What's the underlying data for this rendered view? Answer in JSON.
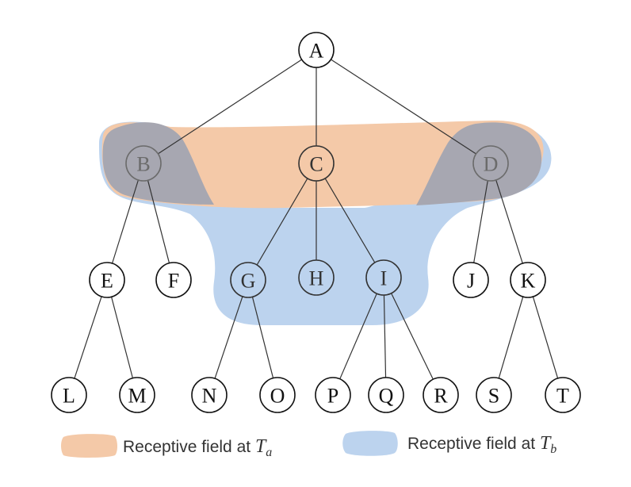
{
  "colors": {
    "receptive_a": "#f4c9a8",
    "receptive_b": "#bcd3ee",
    "overlap": "#a7a7b1",
    "edge": "#333333",
    "node_stroke": "#111111",
    "faded_text": "#6b6b6b"
  },
  "nodes": [
    {
      "id": "A",
      "label": "A"
    },
    {
      "id": "B",
      "label": "B"
    },
    {
      "id": "C",
      "label": "C"
    },
    {
      "id": "D",
      "label": "D"
    },
    {
      "id": "E",
      "label": "E"
    },
    {
      "id": "F",
      "label": "F"
    },
    {
      "id": "G",
      "label": "G"
    },
    {
      "id": "H",
      "label": "H"
    },
    {
      "id": "I",
      "label": "I"
    },
    {
      "id": "J",
      "label": "J"
    },
    {
      "id": "K",
      "label": "K"
    },
    {
      "id": "L",
      "label": "L"
    },
    {
      "id": "M",
      "label": "M"
    },
    {
      "id": "N",
      "label": "N"
    },
    {
      "id": "O",
      "label": "O"
    },
    {
      "id": "P",
      "label": "P"
    },
    {
      "id": "Q",
      "label": "Q"
    },
    {
      "id": "R",
      "label": "R"
    },
    {
      "id": "S",
      "label": "S"
    },
    {
      "id": "T",
      "label": "T"
    }
  ],
  "edges": [
    [
      "A",
      "B"
    ],
    [
      "A",
      "C"
    ],
    [
      "A",
      "D"
    ],
    [
      "B",
      "E"
    ],
    [
      "B",
      "F"
    ],
    [
      "C",
      "G"
    ],
    [
      "C",
      "H"
    ],
    [
      "C",
      "I"
    ],
    [
      "D",
      "J"
    ],
    [
      "D",
      "K"
    ],
    [
      "E",
      "L"
    ],
    [
      "E",
      "M"
    ],
    [
      "G",
      "N"
    ],
    [
      "G",
      "O"
    ],
    [
      "I",
      "P"
    ],
    [
      "I",
      "Q"
    ],
    [
      "I",
      "R"
    ],
    [
      "K",
      "S"
    ],
    [
      "K",
      "T"
    ]
  ],
  "legend": {
    "a": {
      "text": "Receptive field at ",
      "var": "T",
      "sub": "a"
    },
    "b": {
      "text": "Receptive field at ",
      "var": "T",
      "sub": "b"
    }
  }
}
